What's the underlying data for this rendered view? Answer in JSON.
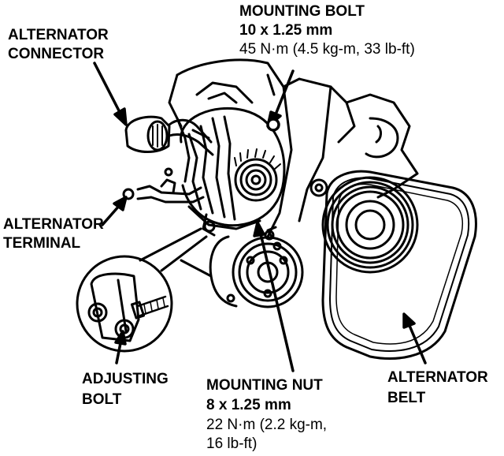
{
  "labels": {
    "mounting_bolt": {
      "name": "MOUNTING BOLT",
      "size": "10 x 1.25 mm",
      "torque": "45 N·m (4.5 kg-m, 33 lb-ft)"
    },
    "alternator_connector": {
      "line1": "ALTERNATOR",
      "line2": "CONNECTOR"
    },
    "alternator_terminal": {
      "line1": "ALTERNATOR",
      "line2": "TERMINAL"
    },
    "adjusting_bolt": {
      "line1": "ADJUSTING",
      "line2": "BOLT"
    },
    "mounting_nut": {
      "name": "MOUNTING NUT",
      "size": "8 x 1.25 mm",
      "torque_line1": "22 N·m (2.2 kg-m,",
      "torque_line2": "16 lb-ft)"
    },
    "alternator_belt": {
      "line1": "ALTERNATOR",
      "line2": "BELT"
    }
  },
  "colors": {
    "ink": "#000000",
    "paper": "#ffffff"
  }
}
